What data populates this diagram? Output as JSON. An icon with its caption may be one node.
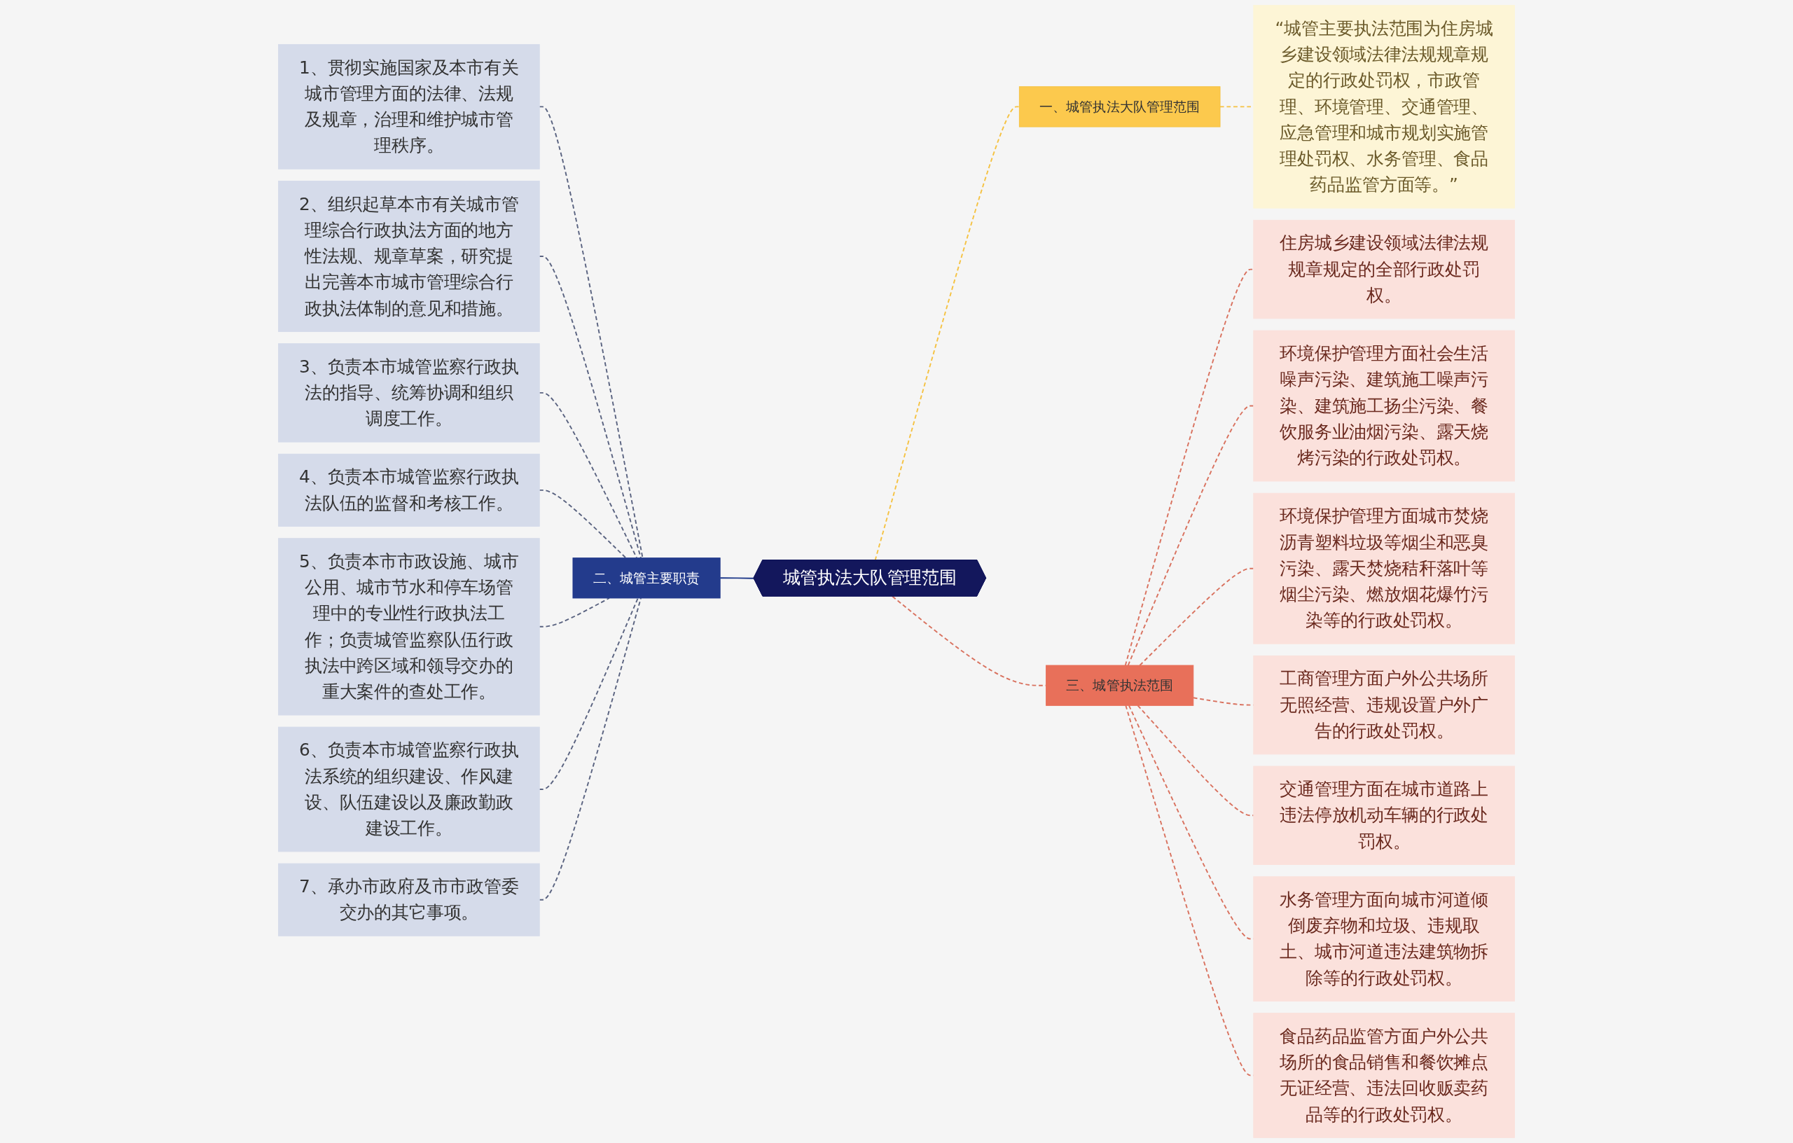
{
  "diagram": {
    "nodes": [
      {
        "text": [
          "城管执法大队管理范围"
        ]
      },
      {
        "text": [
          "一、城管执法大队管理范围"
        ]
      },
      {
        "text": [
          "“城管主要执法范围为住房城乡建设领域法律法规规章规定的行政处罚权，市政管理、环境管理、交通管理、应急管理和城市规划实施管理处罚权、水务管理、食品药品监管方面等。”"
        ]
      },
      {
        "text": [
          "三、城管执法范围"
        ]
      },
      {
        "text": [
          "住房城乡建设领域法律法规规章规定的全部行政处罚权。"
        ]
      },
      {
        "text": [
          "环境保护管理方面社会生活噪声污染、建筑施工噪声污染、建筑施工扬尘污染、餐饮服务业油烟污染、露天烧烤污染的行政处罚权。"
        ]
      },
      {
        "text": [
          "环境保护管理方面城市焚烧沥青塑料垃圾等烟尘和恶臭污染、露天焚烧秸秆落叶等烟尘污染、燃放烟花爆竹污染等的行政处罚权。"
        ]
      },
      {
        "text": [
          "工商管理方面户外公共场所无照经营、违规设置户外广告的行政处罚权。"
        ]
      },
      {
        "text": [
          "交通管理方面在城市道路上违法停放机动车辆的行政处罚权。"
        ]
      },
      {
        "text": [
          "水务管理方面向城市河道倾倒废弃物和垃圾、违规取土、城市河道违法建筑物拆除等的行政处罚权。"
        ]
      },
      {
        "text": [
          "食品药品监管方面户外公共场所的食品销售和餐饮摊点无证经营、违法回收贩卖药品等的行政处罚权。"
        ]
      },
      {
        "text": [
          "二、城管主要职责"
        ]
      },
      {
        "text": [
          "1、贯彻实施国家及本市有关城市管理方面的法律、法规及规章，治理和维护城市管理秩序。"
        ]
      },
      {
        "text": [
          "2、组织起草本市有关城市管理综合行政执法方面的地方性法规、规章草案，研究提出完善本市城市管理综合行政执法体制的意见和措施。"
        ]
      },
      {
        "text": [
          "3、负责本市城管监察行政执法的指导、统筹协调和组织调度工作。"
        ]
      },
      {
        "text": [
          "4、负责本市城管监察行政执法队伍的监督和考核工作。"
        ]
      },
      {
        "text": [
          "5、负责本市市政设施、城市公用、城市节水和停车场管理中的专业性行政执法工作；负责城管监察队伍行政执法中跨区域和领导交办的重大案件的查处工作。"
        ]
      },
      {
        "text": [
          "6、负责本市城管监察行政执法系统的组织建设、作风建设、队伍建设以及廉政勤政建设工作。"
        ]
      },
      {
        "text": [
          "7、承办市政府及市市政管委交办的其它事项。"
        ]
      }
    ],
    "edges": [
      {
        "from": 0,
        "to": 1,
        "arrow": "none",
        "style": "dashed",
        "color": "#f5c242"
      },
      {
        "from": 1,
        "to": 2,
        "arrow": "none",
        "style": "dashed",
        "color": "#f5c242"
      },
      {
        "from": 0,
        "to": 3,
        "arrow": "none",
        "style": "dashed"
      },
      {
        "from": 3,
        "to": 4,
        "arrow": "none",
        "style": "dashed"
      },
      {
        "from": 3,
        "to": 5,
        "arrow": "none",
        "style": "dashed"
      },
      {
        "from": 3,
        "to": 6,
        "arrow": "none",
        "style": "dashed"
      },
      {
        "from": 3,
        "to": 7,
        "arrow": "none",
        "style": "dashed"
      },
      {
        "from": 3,
        "to": 8,
        "arrow": "none",
        "style": "dashed"
      },
      {
        "from": 3,
        "to": 9,
        "arrow": "none",
        "style": "dashed"
      },
      {
        "from": 3,
        "to": 10,
        "arrow": "none",
        "style": "dashed"
      },
      {
        "from": 11,
        "to": 0,
        "arrow": "none",
        "color": "#1f3a8a"
      },
      {
        "from": 12,
        "to": 11,
        "arrow": "none",
        "style": "dashed",
        "color": "#5a6380"
      },
      {
        "from": 13,
        "to": 11,
        "arrow": "none",
        "style": "dashed",
        "color": "#5a6380"
      },
      {
        "from": 14,
        "to": 11,
        "arrow": "none",
        "style": "dashed",
        "color": "#5a6380"
      },
      {
        "from": 15,
        "to": 11,
        "arrow": "none",
        "style": "dashed",
        "color": "#5a6380"
      },
      {
        "from": 16,
        "to": 11,
        "arrow": "none",
        "style": "dashed",
        "color": "#5a6380"
      },
      {
        "from": 17,
        "to": 11,
        "arrow": "none",
        "style": "dashed",
        "color": "#5a6380"
      },
      {
        "from": 18,
        "to": 11,
        "arrow": "none",
        "style": "dashed",
        "color": "#5a6380"
      }
    ]
  }
}
